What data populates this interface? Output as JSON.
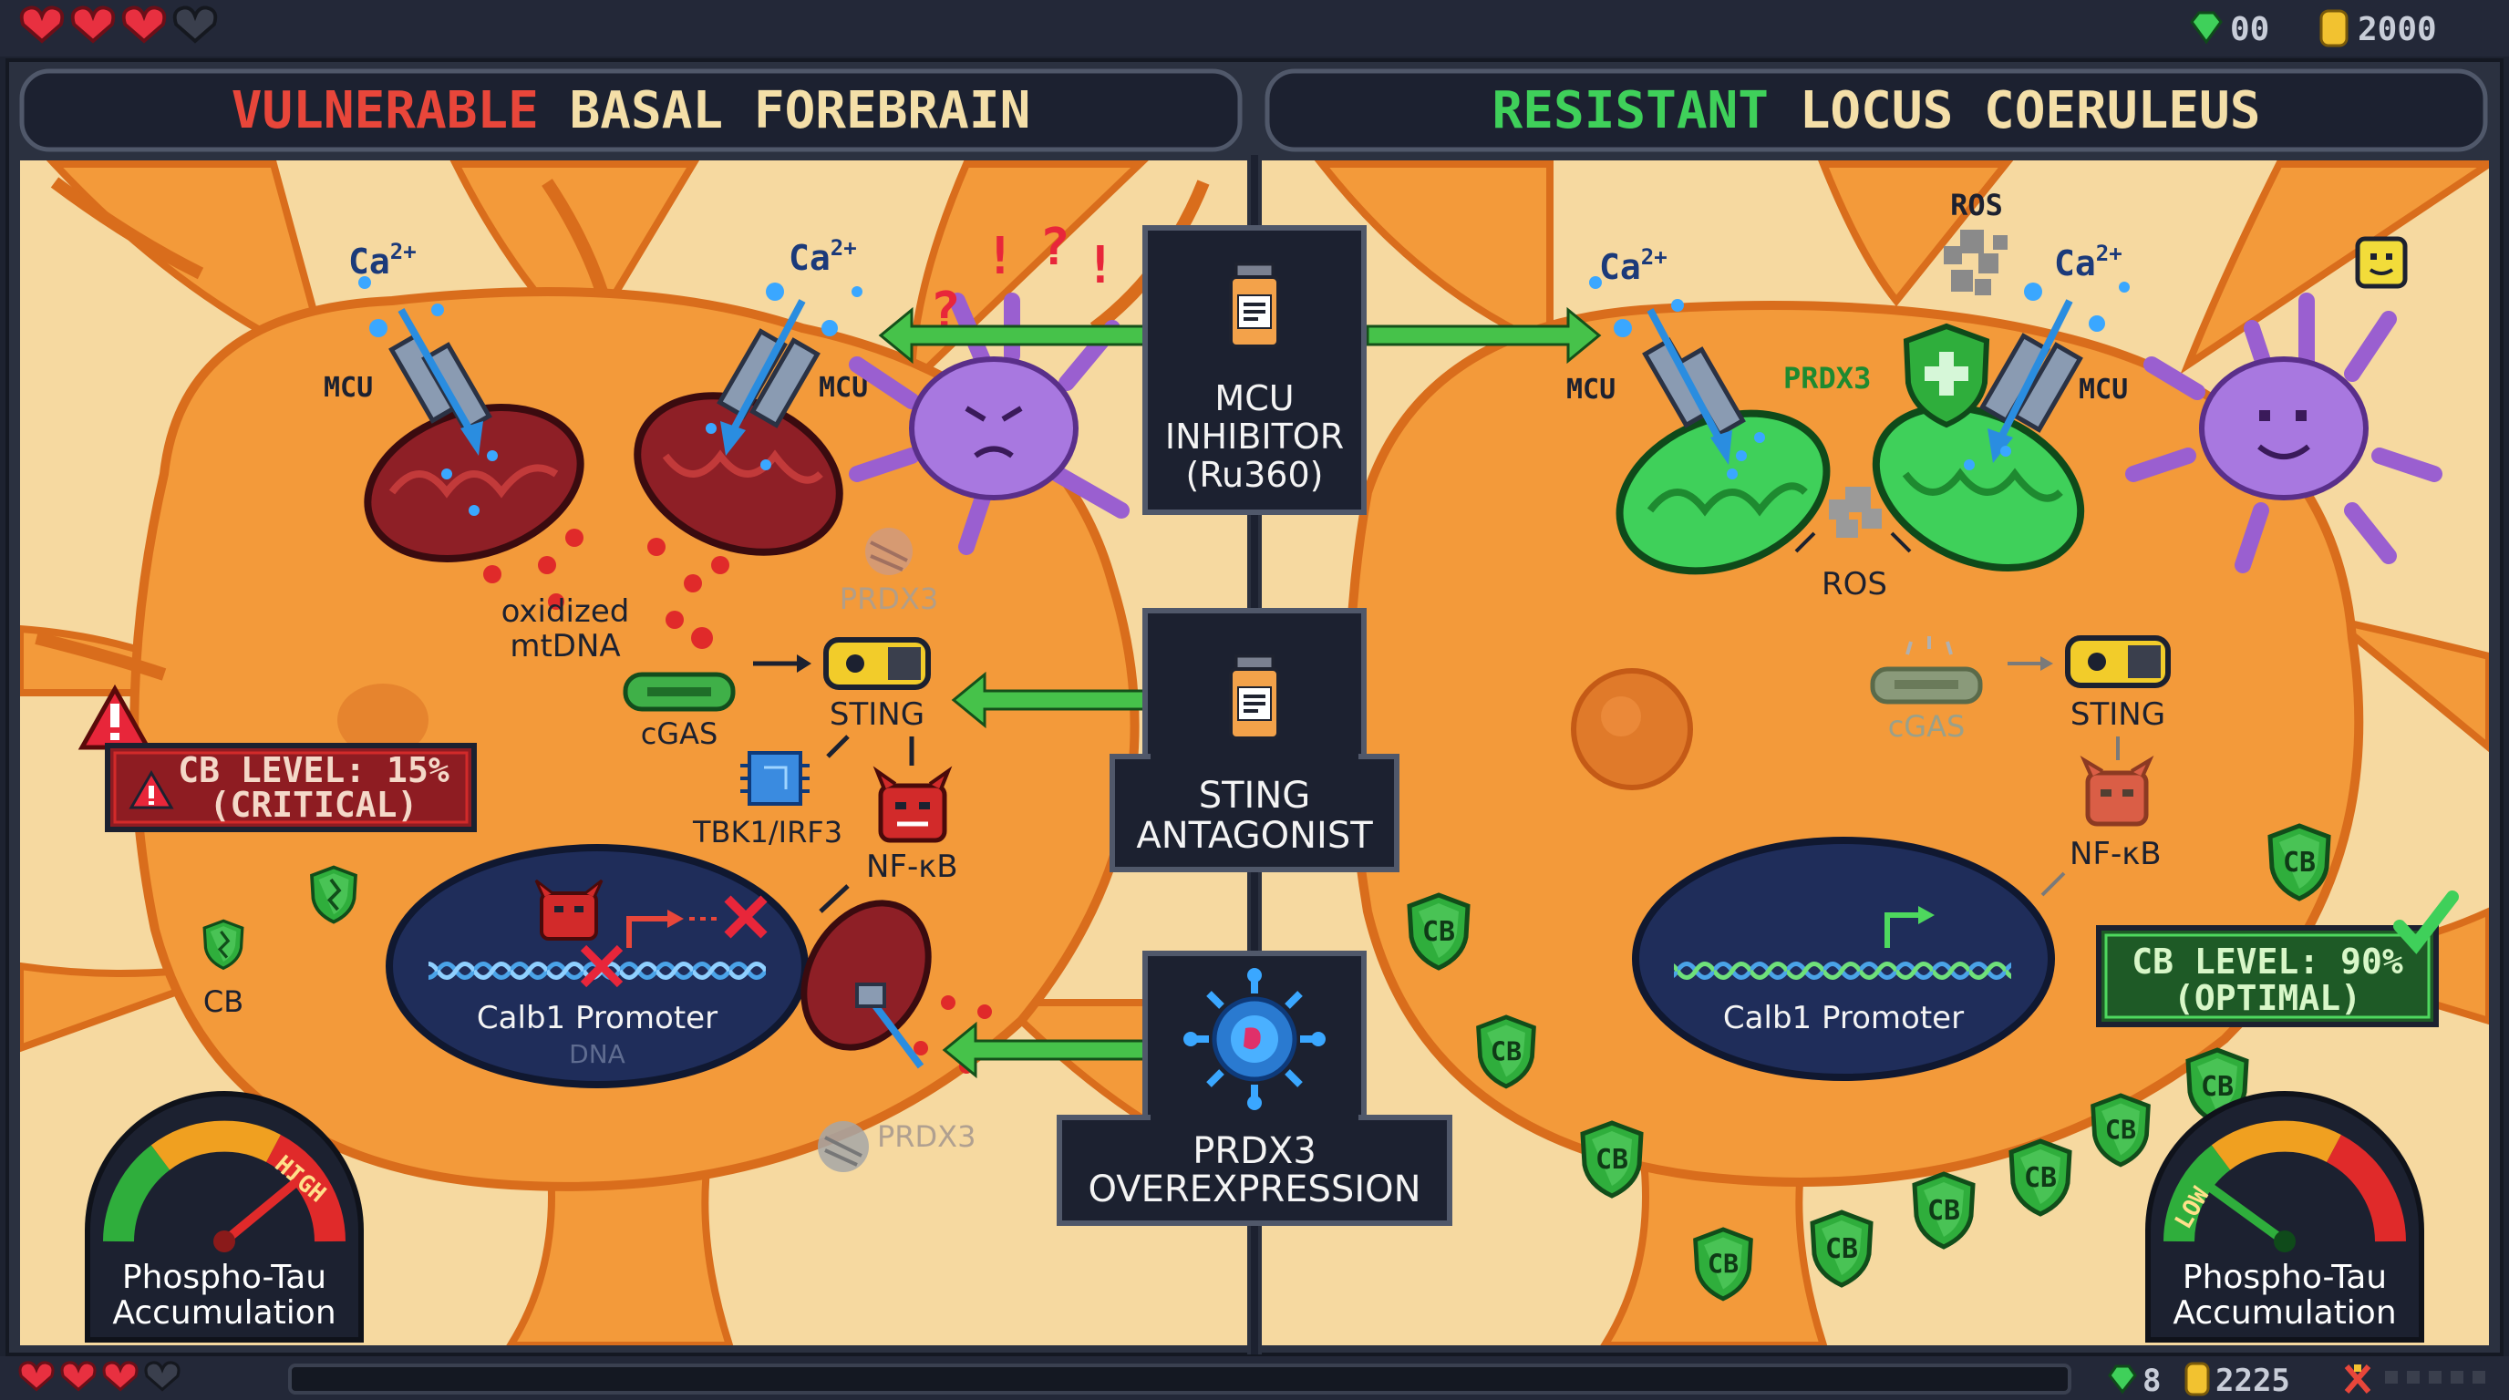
{
  "hud_top": {
    "hearts_full": 3,
    "hearts_total": 4,
    "gems": "00",
    "coins": "2000"
  },
  "panels": {
    "left_title_red": "VULNERABLE",
    "left_title_rest": "BASAL FOREBRAIN",
    "right_title_green": "RESISTANT",
    "right_title_rest": "LOCUS COERULEUS"
  },
  "interventions": {
    "mcu_line1": "MCU",
    "mcu_line2": "INHIBITOR",
    "mcu_line3": "(Ru360)",
    "sting_line1": "STING",
    "sting_line2": "ANTAGONIST",
    "prdx3_line1": "PRDX3",
    "prdx3_line2": "OVEREXPRESSION"
  },
  "left_labels": {
    "ca_1": "Ca",
    "ca_1_sup": "2+",
    "ca_2": "Ca",
    "ca_2_sup": "2+",
    "mcu_1": "MCU",
    "mcu_2": "MCU",
    "oxidized": "oxidized",
    "mtdna": "mtDNA",
    "prdx3_faded": "PRDX3",
    "prdx3_bottom": "PRDX3",
    "cgas": "cGAS",
    "sting": "STING",
    "tbk1": "TBK1/IRF3",
    "nfkb": "NF-κB",
    "promoter": "Calb1 Promoter",
    "dna": "DNA",
    "cb": "CB",
    "cb_level_line1": "CB LEVEL: 15%",
    "cb_level_line2": "(CRITICAL)",
    "gauge_tag": "HIGH",
    "gauge_line1": "Phospho-Tau",
    "gauge_line2": "Accumulation"
  },
  "right_labels": {
    "ros_top": "ROS",
    "ros_mid": "ROS",
    "ca_1": "Ca",
    "ca_1_sup": "2+",
    "ca_2": "Ca",
    "ca_2_sup": "2+",
    "mcu_1": "MCU",
    "mcu_2": "MCU",
    "prdx3": "PRDX3",
    "cgas": "cGAS",
    "sting": "STING",
    "nfkb": "NF-κB",
    "promoter": "Calb1 Promoter",
    "cb_level_line1": "CB LEVEL: 90%",
    "cb_level_line2": "(OPTIMAL)",
    "gauge_tag": "LOW",
    "gauge_line1": "Phospho-Tau",
    "gauge_line2": "Accumulation",
    "cb_shield": "CB"
  },
  "gauges": {
    "left_level": 0.78,
    "right_level": 0.2
  },
  "hud_bottom": {
    "hearts_full": 3,
    "hearts_total": 4,
    "gems": "8",
    "coins": "2225"
  },
  "colors": {
    "panel_frame": "#2b3140",
    "cell_orange": "#f39a3a",
    "background_cream": "#f6d9a0",
    "vulnerable_red": "#e8463a",
    "resistant_green": "#3fd05a",
    "label_cream": "#f4dfa8",
    "arrow_green": "#46c24a",
    "cb_shield_green": "#2fae3c"
  }
}
